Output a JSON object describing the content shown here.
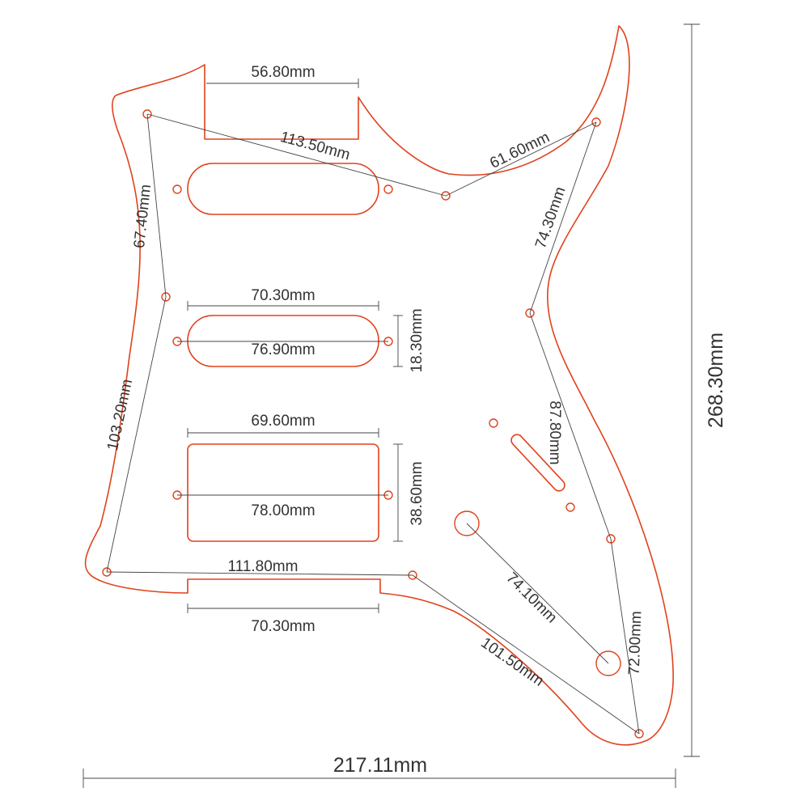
{
  "colors": {
    "outline": "#e0421c",
    "dimension": "#444444",
    "text": "#333333"
  },
  "overall": {
    "width": "217.11mm",
    "height": "268.30mm"
  },
  "dimensions": {
    "neck_pocket_width": "56.80mm",
    "top_screw_span": "113.50mm",
    "upper_horn_span": "61.60mm",
    "left_upper_span": "67.40mm",
    "right_upper_span": "74.30mm",
    "middle_pickup_opening": "70.30mm",
    "middle_pickup_screws": "76.90mm",
    "middle_pickup_height": "18.30mm",
    "left_lower_span": "103.20mm",
    "humbucker_opening": "69.60mm",
    "humbucker_screws": "78.00mm",
    "humbucker_height": "38.60mm",
    "right_lower_span": "87.80mm",
    "bottom_screw_span": "111.80mm",
    "bottom_cutout_width": "70.30mm",
    "control_hole_span": "74.10mm",
    "lower_right_span": "72.00mm",
    "lower_diagonal_span": "101.50mm"
  }
}
